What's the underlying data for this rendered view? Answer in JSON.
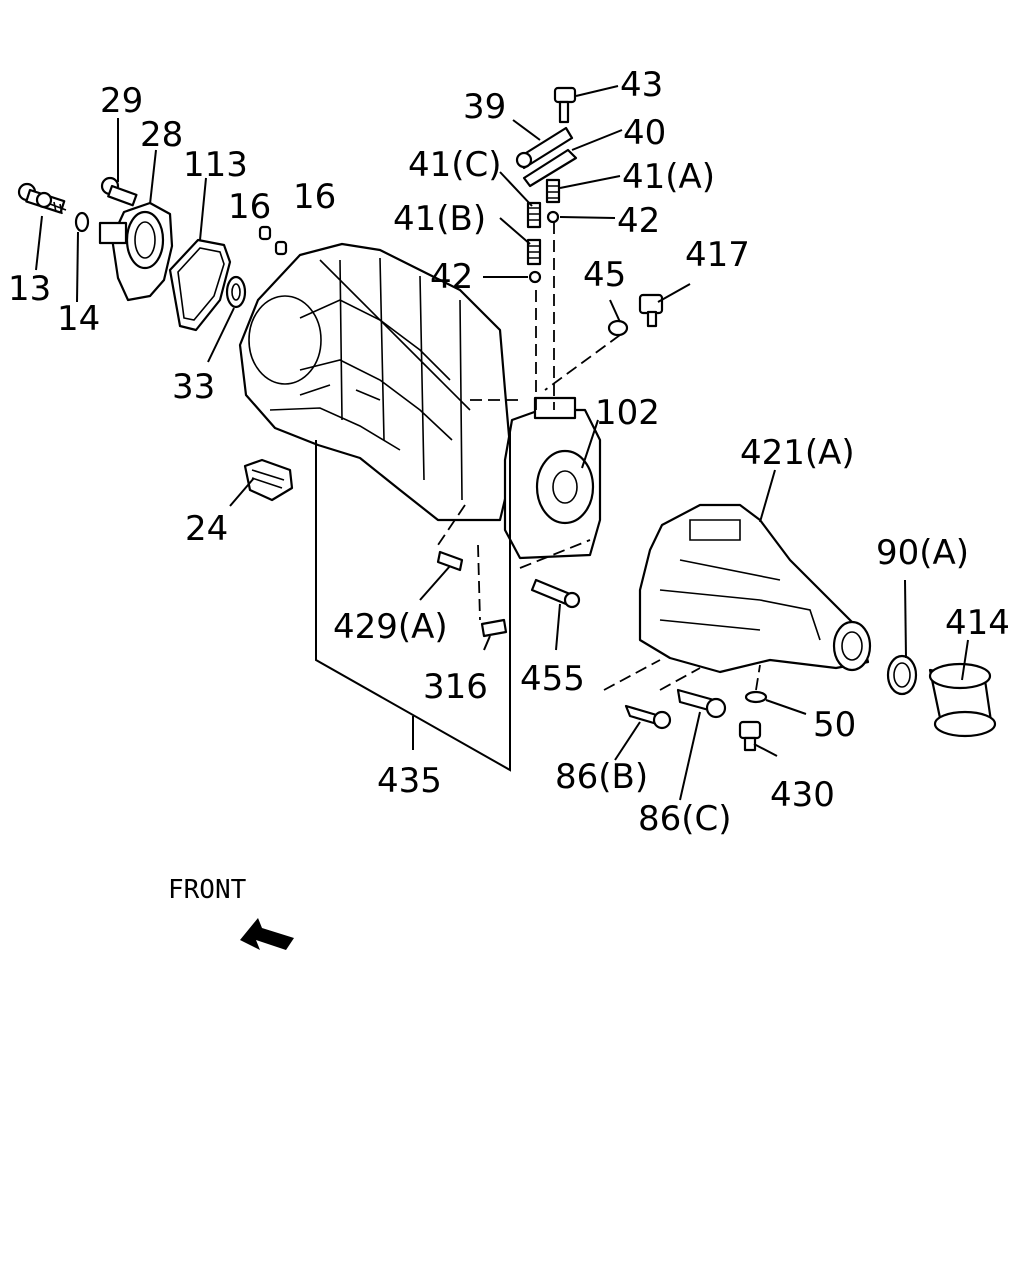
{
  "labels": {
    "l13": "13",
    "l14": "14",
    "l29": "29",
    "l28": "28",
    "l113": "113",
    "l16a": "16",
    "l16b": "16",
    "l33": "33",
    "l24": "24",
    "l39": "39",
    "l43": "43",
    "l40": "40",
    "l41c": "41(C)",
    "l41a": "41(A)",
    "l41b": "41(B)",
    "l42a": "42",
    "l42b": "42",
    "l45": "45",
    "l417": "417",
    "l102": "102",
    "l421a": "421(A)",
    "l90a": "90(A)",
    "l414": "414",
    "l429a": "429(A)",
    "l316": "316",
    "l455": "455",
    "l435": "435",
    "l50": "50",
    "l86b": "86(B)",
    "l86c": "86(C)",
    "l430": "430"
  },
  "front": {
    "text": "FRONT"
  },
  "icons": {
    "front_arrow": "front-arrow-icon"
  },
  "colors": {
    "ink": "#000000",
    "paper": "#ffffff"
  }
}
